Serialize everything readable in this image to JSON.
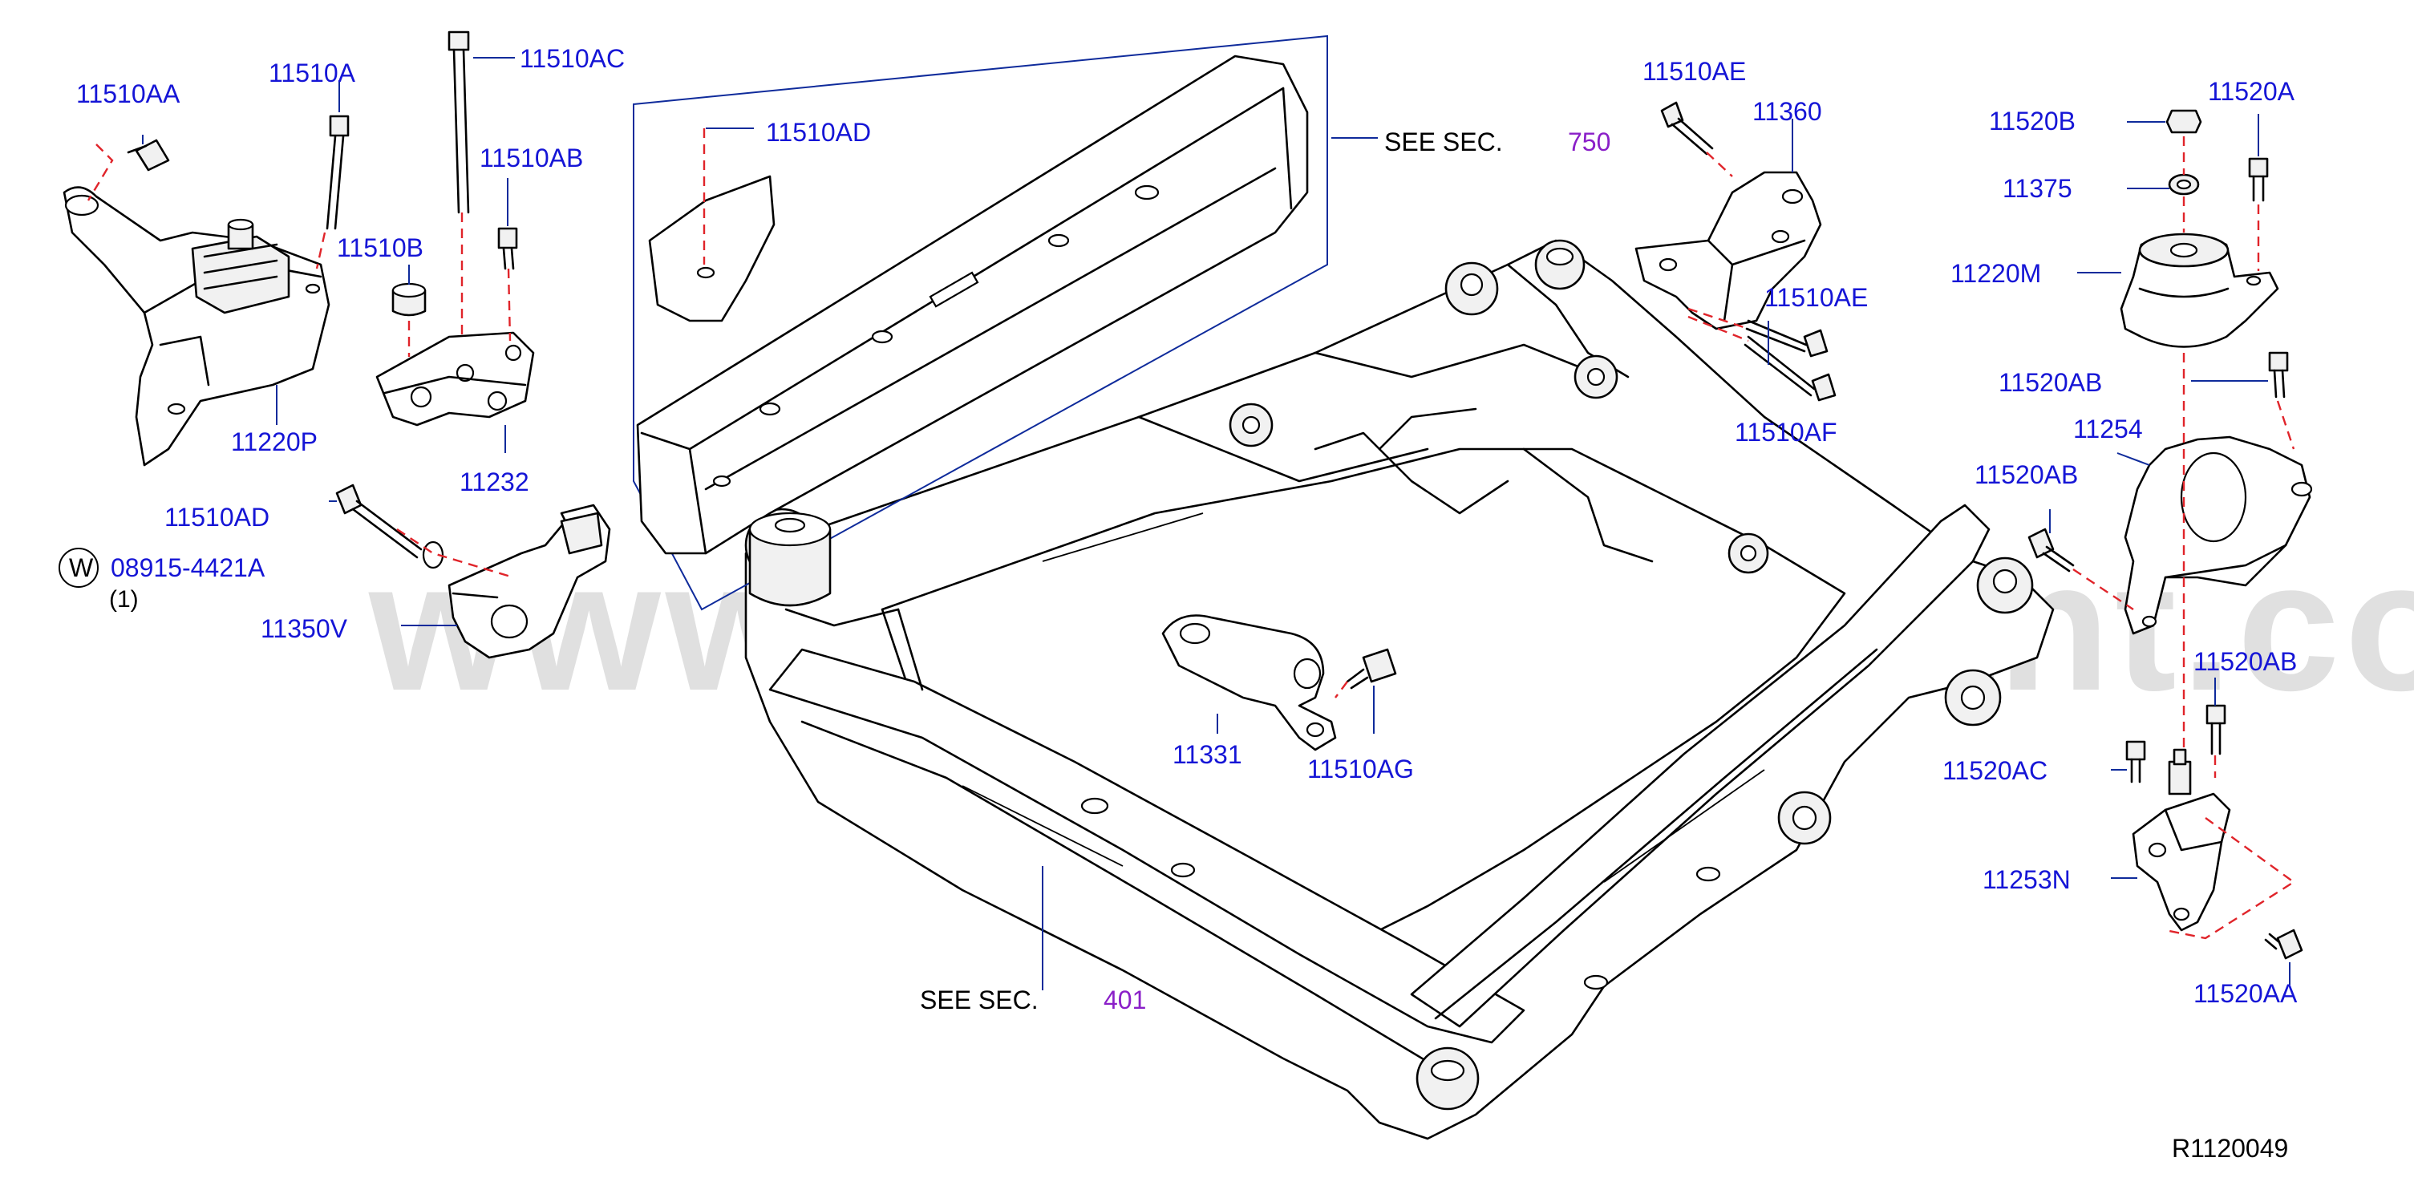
{
  "diagram_id": "R1120049",
  "watermark": "www.partsassistant.com",
  "see_section_1": {
    "label": "SEE   SEC.",
    "number": "750"
  },
  "see_section_2": {
    "label": "SEE   SEC.",
    "number": "401"
  },
  "washer_symbol": "W",
  "washer_part": "08915-4421A",
  "washer_qty": "(1)",
  "colors": {
    "part_number": "#1515d6",
    "section_number": "#8a1fc8",
    "leader": "#0f2b9b",
    "guide_line": "#e0242a"
  },
  "parts": {
    "p11510AA_left": "11510AA",
    "p11510A": "11510A",
    "p11510AC": "11510AC",
    "p11510AB_left": "11510AB",
    "p11510B": "11510B",
    "p11220P": "11220P",
    "p11232": "11232",
    "p11510AD_left": "11510AD",
    "p11350V": "11350V",
    "p11510AD_center": "11510AD",
    "p11510AE_top": "11510AE",
    "p11360": "11360",
    "p11510AE_mid": "11510AE",
    "p11510AF": "11510AF",
    "p11331": "11331",
    "p11510AG": "11510AG",
    "p11520B": "11520B",
    "p11520A": "11520A",
    "p11375": "11375",
    "p11220M": "11220M",
    "p11520AB_1": "11520AB",
    "p11254": "11254",
    "p11520AB_2": "11520AB",
    "p11520AB_3": "11520AB",
    "p11520AC": "11520AC",
    "p11253N": "11253N",
    "p11520AA_right": "11520AA"
  }
}
